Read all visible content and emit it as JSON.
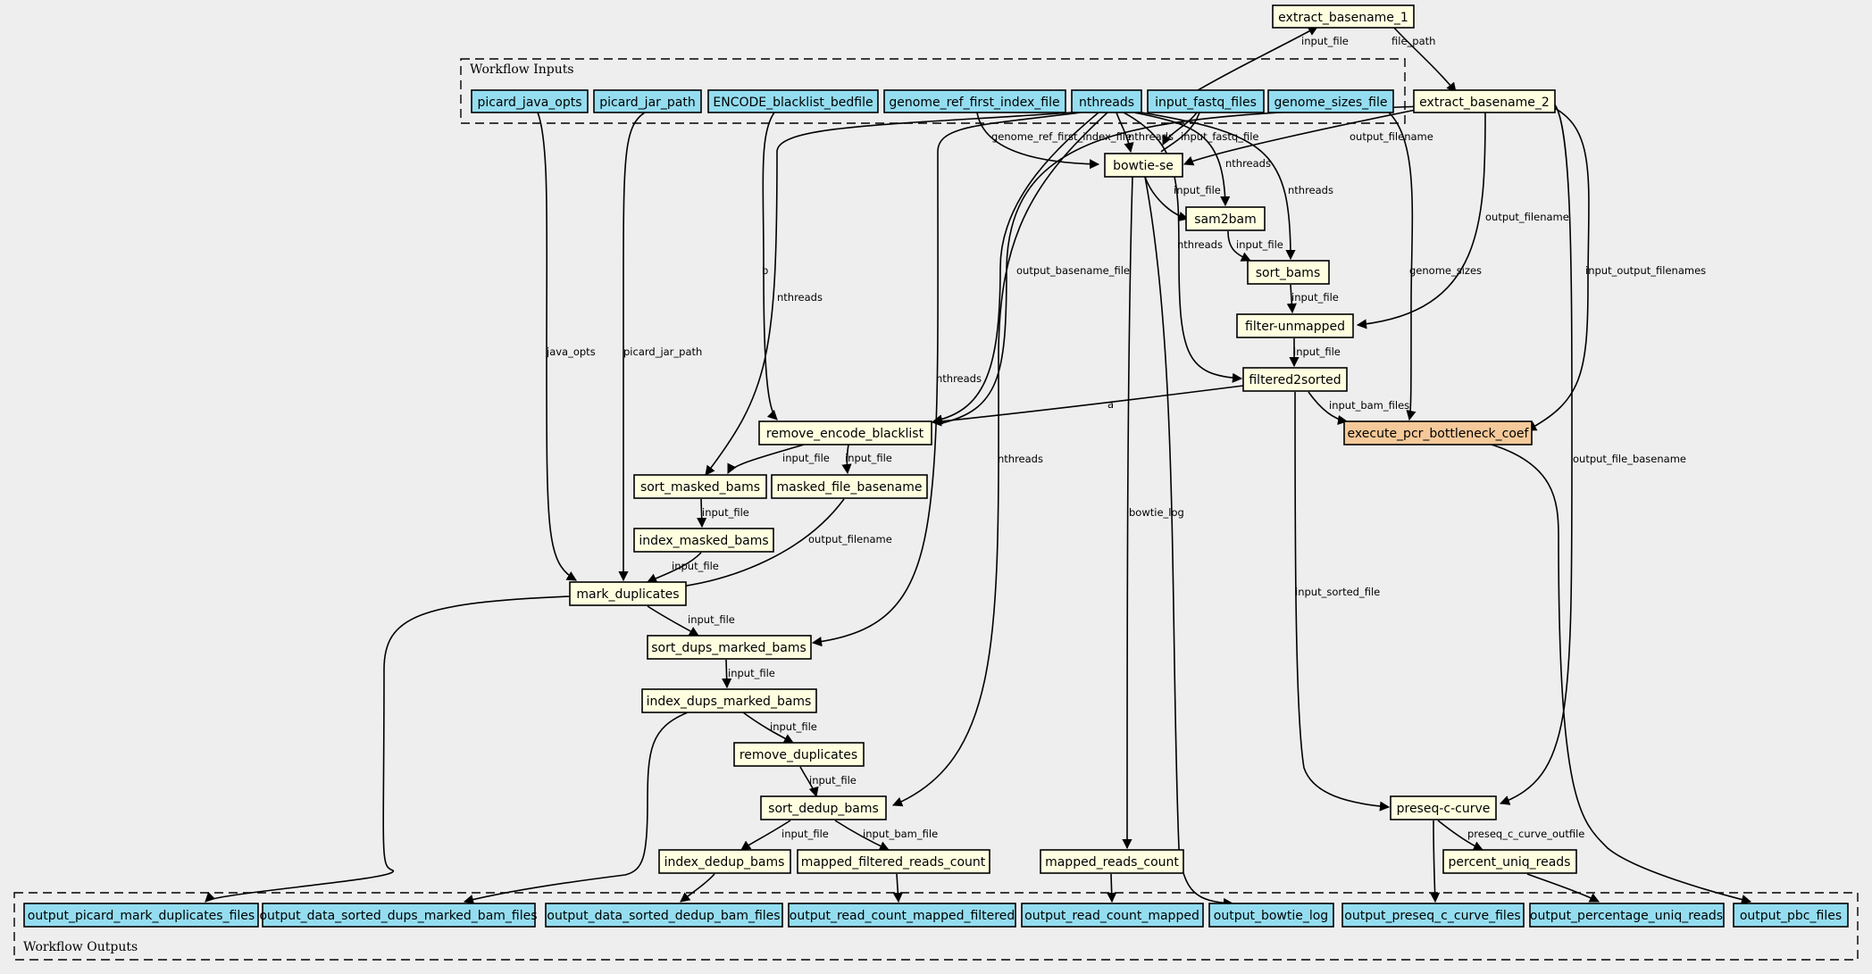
{
  "clusters": {
    "inputs_label": "Workflow Inputs",
    "outputs_label": "Workflow Outputs"
  },
  "colors": {
    "input_fill": "#94ddf0",
    "step_fill": "#ffffe0",
    "highlight_fill": "#f5c99a",
    "output_fill": "#94ddf0",
    "background": "#eeeeee"
  },
  "nodes": {
    "extract_basename_1": "extract_basename_1",
    "extract_basename_2": "extract_basename_2",
    "picard_java_opts": "picard_java_opts",
    "picard_jar_path": "picard_jar_path",
    "encode_blacklist_bedfile": "ENCODE_blacklist_bedfile",
    "genome_ref_first_index_file": "genome_ref_first_index_file",
    "nthreads": "nthreads",
    "input_fastq_files": "input_fastq_files",
    "genome_sizes_file": "genome_sizes_file",
    "bowtie_se": "bowtie-se",
    "sam2bam": "sam2bam",
    "sort_bams": "sort_bams",
    "filter_unmapped": "filter-unmapped",
    "filtered2sorted": "filtered2sorted",
    "execute_pcr_bottleneck_coef": "execute_pcr_bottleneck_coef",
    "remove_encode_blacklist": "remove_encode_blacklist",
    "sort_masked_bams": "sort_masked_bams",
    "masked_file_basename": "masked_file_basename",
    "index_masked_bams": "index_masked_bams",
    "mark_duplicates": "mark_duplicates",
    "sort_dups_marked_bams": "sort_dups_marked_bams",
    "index_dups_marked_bams": "index_dups_marked_bams",
    "remove_duplicates": "remove_duplicates",
    "sort_dedup_bams": "sort_dedup_bams",
    "index_dedup_bams": "index_dedup_bams",
    "mapped_filtered_reads_count": "mapped_filtered_reads_count",
    "mapped_reads_count": "mapped_reads_count",
    "preseq_c_curve": "preseq-c-curve",
    "percent_uniq_reads": "percent_uniq_reads",
    "output_picard_mark_duplicates_files": "output_picard_mark_duplicates_files",
    "output_data_sorted_dups_marked_bam_files": "output_data_sorted_dups_marked_bam_files",
    "output_data_sorted_dedup_bam_files": "output_data_sorted_dedup_bam_files",
    "output_read_count_mapped_filtered": "output_read_count_mapped_filtered",
    "output_read_count_mapped": "output_read_count_mapped",
    "output_bowtie_log": "output_bowtie_log",
    "output_preseq_c_curve_files": "output_preseq_c_curve_files",
    "output_percentage_uniq_reads": "output_percentage_uniq_reads",
    "output_pbc_files": "output_pbc_files"
  },
  "edge_labels": {
    "input_file": "input_file",
    "file_path": "file_path",
    "output_filename": "output_filename",
    "genome_ref_first_index_file": "genome_ref_first_index_file",
    "nthreads": "nthreads",
    "input_fastq_file": "input_fastq_file",
    "output_basename_file": "output_basename_file",
    "genome_sizes": "genome_sizes",
    "input_output_filenames": "input_output_filenames",
    "java_opts": "java_opts",
    "picard_jar_path": "picard_jar_path",
    "b": "b",
    "a": "a",
    "input_bam_files": "input_bam_files",
    "output_file_basename": "output_file_basename",
    "bowtie_log": "bowtie_log",
    "input_sorted_file": "input_sorted_file",
    "input_bam_file": "input_bam_file",
    "preseq_c_curve_outfile": "preseq_c_curve_outfile"
  }
}
